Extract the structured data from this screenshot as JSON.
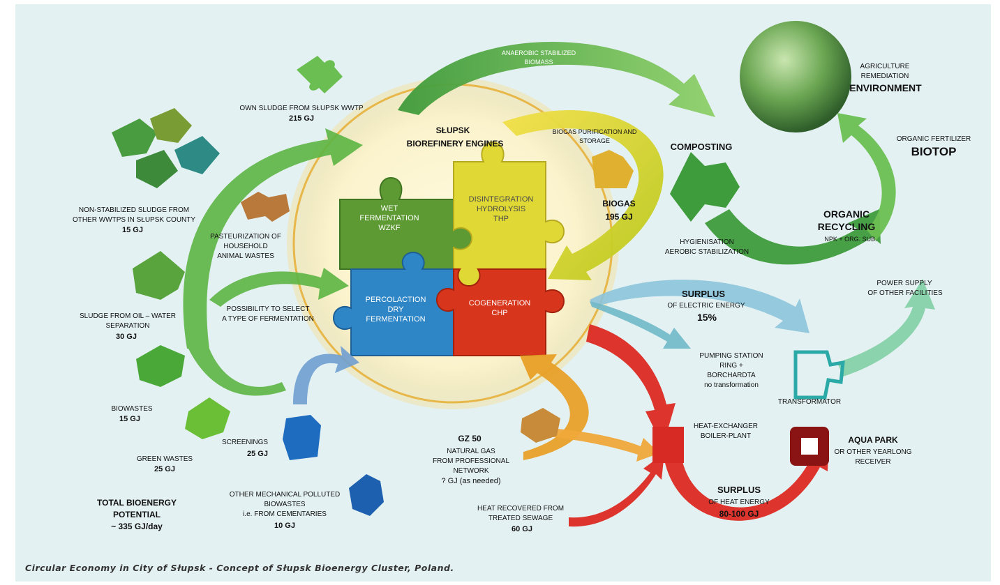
{
  "caption": "Circular Economy in City of Słupsk - Concept of Słupsk Bioenergy Cluster, Poland.",
  "center": {
    "title_line1": "SŁUPSK",
    "title_line2": "BIOREFINERY ENGINES",
    "pieces": [
      {
        "line1": "WET",
        "line2": "FERMENTATION",
        "line3": "WZKF",
        "color": "#5e9a34"
      },
      {
        "line1": "DISINTEGRATION",
        "line2": "HYDROLYSIS",
        "line3": "THP",
        "color": "#e0d834"
      },
      {
        "line1": "PERCOLACTION",
        "line2": "DRY",
        "line3": "FERMENTATION",
        "color": "#2f86c6"
      },
      {
        "line1": "COGENERATION",
        "line2": "CHP",
        "line3": "",
        "color": "#d8361c"
      }
    ]
  },
  "inputs": {
    "own_sludge": {
      "label": "OWN SLUDGE FROM SŁUPSK WWTP",
      "value": "215 GJ"
    },
    "non_stabilized": {
      "line1": "NON-STABILIZED SLUDGE FROM",
      "line2": "OTHER WWTPS IN SŁUPSK COUNTY",
      "value": "15 GJ"
    },
    "pasteurization": {
      "line1": "PASTEURIZATION OF",
      "line2": "HOUSEHOLD",
      "line3": "ANIMAL WASTES"
    },
    "oil_water": {
      "line1": "SLUDGE FROM OIL – WATER",
      "line2": "SEPARATION",
      "value": "30 GJ"
    },
    "select_fermentation": {
      "line1": "POSSIBILITY TO SELECT",
      "line2": "A TYPE OF FERMENTATION"
    },
    "biowastes": {
      "label": "BIOWASTES",
      "value": "15 GJ"
    },
    "green_wastes": {
      "label": "GREEN WASTES",
      "value": "25 GJ"
    },
    "screenings": {
      "label": "SCREENINGS",
      "value": "25 GJ"
    },
    "other_mechanical": {
      "line1": "OTHER MECHANICAL POLLUTED",
      "line2": "BIOWASTES",
      "line3": "i.e. FROM CEMENTARIES",
      "value": "10 GJ"
    },
    "total": {
      "line1": "TOTAL BIOENERGY",
      "line2": "POTENTIAL",
      "line3": "~ 335 GJ/day"
    }
  },
  "outputs": {
    "anaerobic": {
      "line1": "ANAEROBIC STABILIZED",
      "line2": "BIOMASS"
    },
    "biogas_purification": {
      "line1": "BIOGAS PURIFICATION AND",
      "line2": "STORAGE"
    },
    "biogas": {
      "label": "BIOGAS",
      "value": "195 GJ"
    },
    "composting": {
      "label": "COMPOSTING",
      "line1": "HYGIENISATION",
      "line2": "AEROBIC STABILIZATION"
    },
    "environment": {
      "line1": "AGRICULTURE",
      "line2": "REMEDIATION",
      "label": "ENVIRONMENT"
    },
    "biotop": {
      "line1": "ORGANIC FERTILIZER",
      "label": "BIOTOP"
    },
    "organic_recycling": {
      "line1": "ORGANIC",
      "line2": "RECYCLING",
      "line3": "NPK + ORG. SUB."
    },
    "surplus_electric": {
      "line1": "SURPLUS",
      "line2": "OF ELECTRIC ENERGY",
      "value": "15%"
    },
    "power_supply": {
      "line1": "POWER SUPPLY",
      "line2": "OF OTHER FACILITIES"
    },
    "pumping": {
      "line1": "PUMPING STATION",
      "line2": "RING +",
      "line3": "BORCHARDTA",
      "line4": "no transformation"
    },
    "transformator": {
      "label": "TRANSFORMATOR"
    },
    "heat_exchanger": {
      "line1": "HEAT-EXCHANGER",
      "line2": "BOILER-PLANT"
    },
    "gz50": {
      "label": "GZ 50",
      "line1": "NATURAL GAS",
      "line2": "FROM PROFESSIONAL",
      "line3": "NETWORK",
      "line4": "? GJ (as needed)"
    },
    "aqua_park": {
      "label": "AQUA PARK",
      "line1": "OR OTHER YEARLONG",
      "line2": "RECEIVER"
    },
    "heat_recovered": {
      "line1": "HEAT RECOVERED FROM",
      "line2": "TREATED SEWAGE",
      "value": "60 GJ"
    },
    "surplus_heat": {
      "line1": "SURPLUS",
      "line2": "OF HEAT ENERGY",
      "value": "80-100 GJ"
    }
  },
  "colors": {
    "background": "#e4f1f2",
    "green_arrow": "#5cb544",
    "yellow_arrow": "#d6d21e",
    "red_arrow": "#dc2a22",
    "blue_arrow": "#6fb4d6",
    "ring": "#e8b74a"
  }
}
